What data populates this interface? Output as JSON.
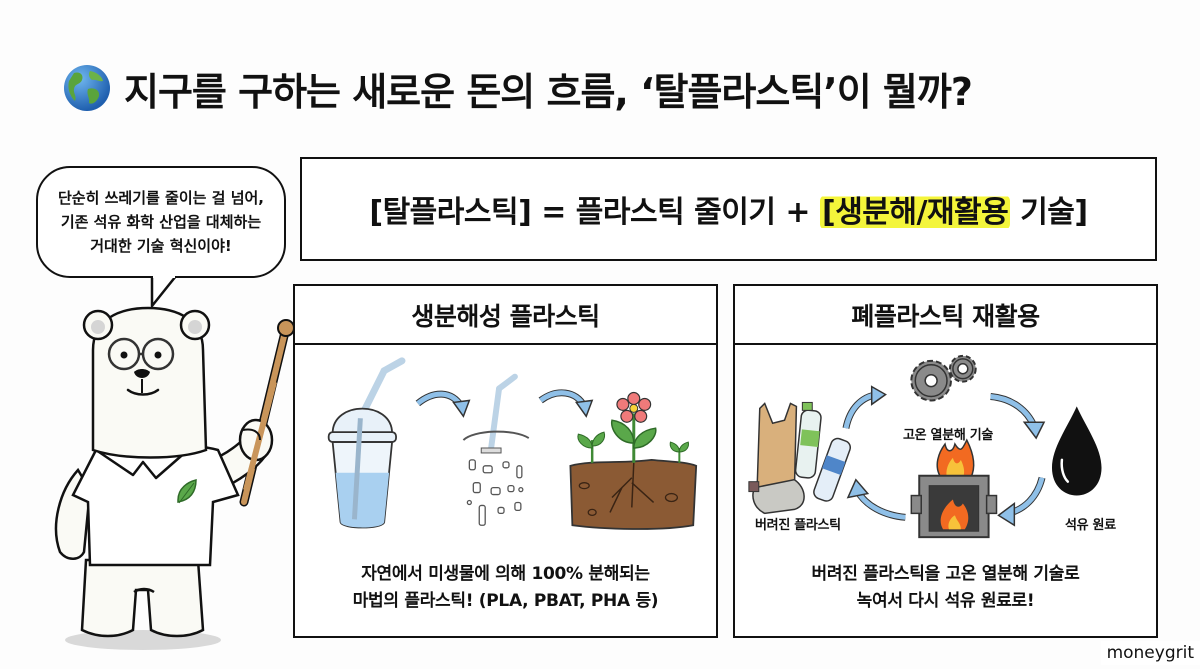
{
  "header": {
    "icon": "globe-icon",
    "title": "지구를 구하는 새로운 돈의 흐름, ‘탈플라스틱’이 뭘까?"
  },
  "speech_bubble": {
    "lines": [
      "단순히 쓰레기를 줄이는 걸 넘어,",
      "기존 석유 화학 산업을 대체하는",
      "거대한 기술 혁신이야!"
    ]
  },
  "character": {
    "name": "polar-bear-teacher",
    "props": [
      "glasses",
      "pointer-stick",
      "leaf-badge-shirt"
    ]
  },
  "formula": {
    "part1": "[탈플라스틱] = 플라스틱 줄이기 + ",
    "highlight": "[생분해/재활용",
    "part2": " 기술]",
    "highlight_color": "#f5f53a"
  },
  "panels": [
    {
      "title": "생분해성 플라스틱",
      "steps": [
        "plastic-cup-with-straw",
        "fragmenting-straw",
        "plant-in-soil"
      ],
      "caption_lines": [
        "자연에서 미생물에 의해 100% 분해되는",
        "마법의 플라스틱! (PLA, PBAT, PHA 등)"
      ]
    },
    {
      "title": "폐플라스틱 재활용",
      "cycle_labels": {
        "waste": "버려진 플라스틱",
        "process": "고온 열분해 기술",
        "output": "석유 원료"
      },
      "caption_lines": [
        "버려진 플라스틱을 고온 열분해 기술로",
        "녹여서 다시 석유 원료로!"
      ]
    }
  ],
  "colors": {
    "arrow": "#8fc0e8",
    "soil": "#8b5a34",
    "leaf": "#5aa84a",
    "fire": "#f26a21",
    "oil": "#111111",
    "pointer": "#c9955a"
  },
  "watermark": "moneygrit"
}
